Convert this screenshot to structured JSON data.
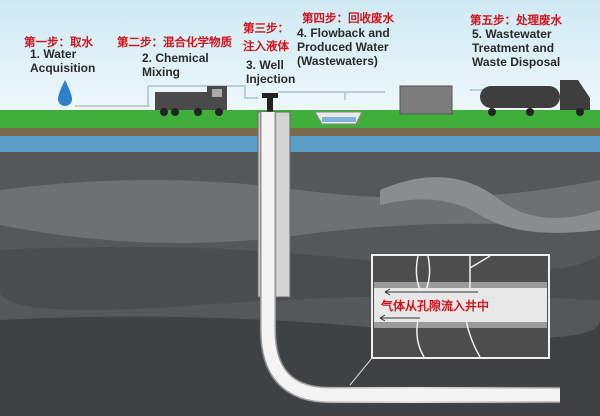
{
  "steps": [
    {
      "cn": "第一步：取水",
      "en1": "1. Water",
      "en2": "Acquisition"
    },
    {
      "cn": "第二步：混合化学物质",
      "en1": "2. Chemical",
      "en2": "Mixing"
    },
    {
      "cn1": "第三步：",
      "cn2": "注入液体",
      "en1": "3. Well",
      "en2": "Injection"
    },
    {
      "cn": "第四步：回收废水",
      "en1": "4. Flowback and",
      "en2": "Produced Water",
      "en3": "(Wastewaters)"
    },
    {
      "cn": "第五步：处理废水",
      "en1": "5. Wastewater",
      "en2": "Treatment and",
      "en3": "Waste Disposal"
    }
  ],
  "inset": {
    "caption": "气体从孔隙流入井中"
  },
  "colors": {
    "label_cn": "#d2141c",
    "grass": "#3fae3a",
    "aquifer": "#5b9fc8",
    "rock": "#55585a"
  }
}
